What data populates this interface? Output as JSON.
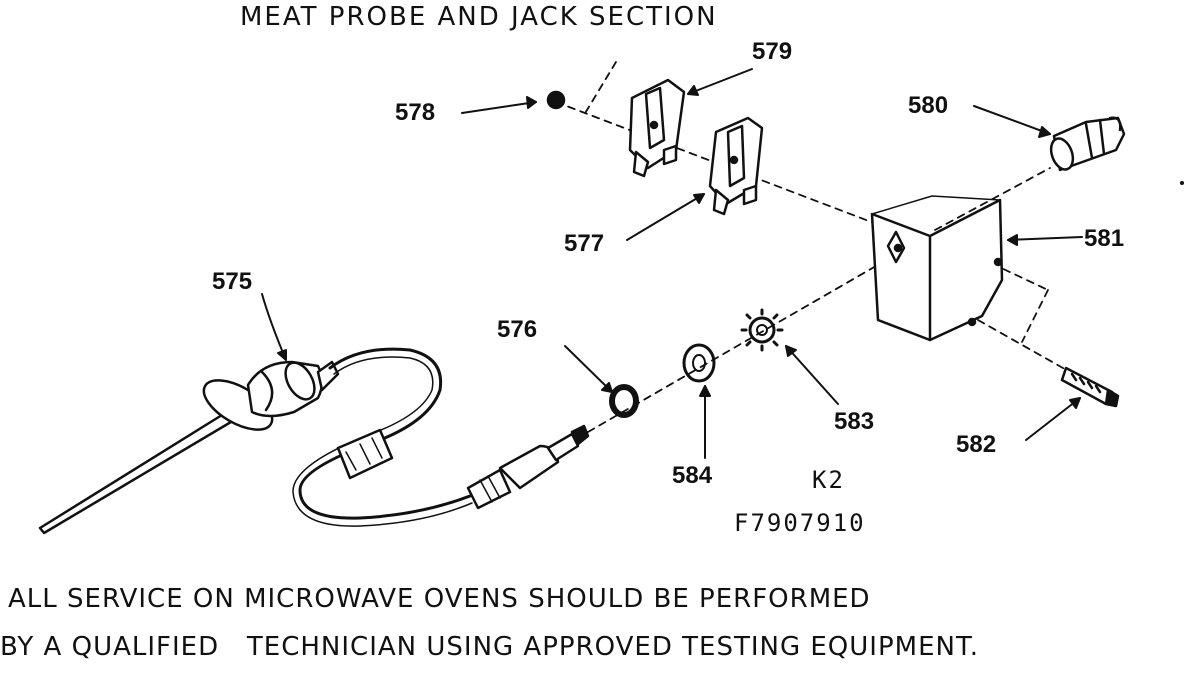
{
  "title": "MEAT PROBE AND JACK SECTION",
  "parts": {
    "p575": "575",
    "p576": "576",
    "p577": "577",
    "p578": "578",
    "p579": "579",
    "p580": "580",
    "p581": "581",
    "p582": "582",
    "p583": "583",
    "p584": "584"
  },
  "model_code": "K2",
  "drawing_code": "F7907910",
  "notice": {
    "line1": "ALL SERVICE ON MICROWAVE OVENS SHOULD BE PERFORMED",
    "line2": "BY A QUALIFIED   TECHNICIAN USING APPROVED TESTING EQUIPMENT."
  }
}
